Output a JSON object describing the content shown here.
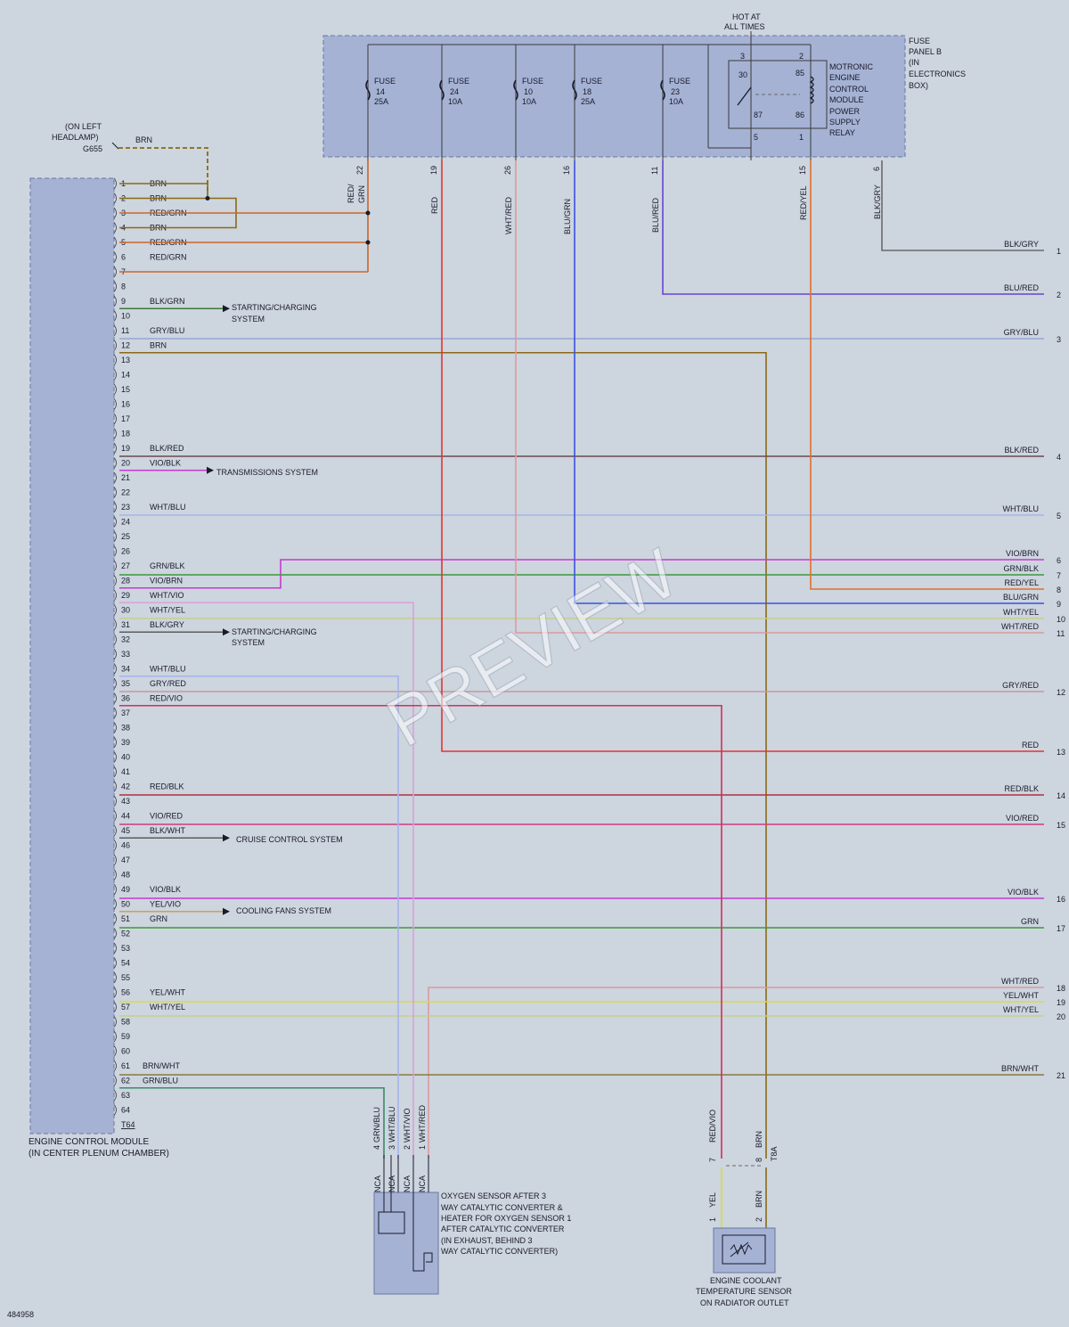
{
  "ecm": {
    "name_line1": "ENGINE CONTROL MODULE",
    "name_line2": "(IN CENTER PLENUM CHAMBER)",
    "connector": "T64",
    "pins": [
      "1",
      "2",
      "3",
      "4",
      "5",
      "6",
      "7",
      "8",
      "9",
      "10",
      "11",
      "12",
      "13",
      "14",
      "15",
      "16",
      "17",
      "18",
      "19",
      "20",
      "21",
      "22",
      "23",
      "24",
      "25",
      "26",
      "27",
      "28",
      "29",
      "30",
      "31",
      "32",
      "33",
      "34",
      "35",
      "36",
      "37",
      "38",
      "39",
      "40",
      "41",
      "42",
      "43",
      "44",
      "45",
      "46",
      "47",
      "48",
      "49",
      "50",
      "51",
      "52",
      "53",
      "54",
      "55",
      "56",
      "57",
      "58",
      "59",
      "60",
      "61",
      "62",
      "63",
      "64"
    ],
    "pin_labels": {
      "1": "BRN",
      "2": "BRN",
      "3": "RED/GRN",
      "4": "BRN",
      "5": "RED/GRN",
      "6": "RED/GRN",
      "9": "BLK/GRN",
      "11": "GRY/BLU",
      "12": "BRN",
      "19": "BLK/RED",
      "20": "VIO/BLK",
      "23": "WHT/BLU",
      "27": "GRN/BLK",
      "28": "VIO/BRN",
      "29": "WHT/VIO",
      "30": "WHT/YEL",
      "31": "BLK/GRY",
      "34": "WHT/BLU",
      "35": "GRY/RED",
      "36": "RED/VIO",
      "42": "RED/BLK",
      "44": "VIO/RED",
      "45": "BLK/WHT",
      "49": "VIO/BLK",
      "50": "YEL/VIO",
      "51": "GRN",
      "56": "YEL/WHT",
      "57": "WHT/YEL",
      "61": "BRN/WHT",
      "62": "GRN/BLU"
    }
  },
  "ground": {
    "line1": "(ON LEFT",
    "line2": "HEADLAMP)",
    "id": "G655",
    "wire": "BRN"
  },
  "hot": {
    "line1": "HOT AT",
    "line2": "ALL TIMES"
  },
  "fuse_panel": {
    "line1": "FUSE",
    "line2": "PANEL B",
    "line3": "(IN",
    "line4": "ELECTRONICS",
    "line5": "BOX)"
  },
  "fuses": [
    {
      "label": "FUSE",
      "num": "14",
      "amp": "25A",
      "pin": "22",
      "wire": "RED/GRN"
    },
    {
      "label": "FUSE",
      "num": "24",
      "amp": "10A",
      "pin": "19",
      "wire": "RED"
    },
    {
      "label": "FUSE",
      "num": "10",
      "amp": "10A",
      "pin": "26",
      "wire": "WHT/RED"
    },
    {
      "label": "FUSE",
      "num": "18",
      "amp": "25A",
      "pin": "16",
      "wire": "BLU/GRN"
    },
    {
      "label": "FUSE",
      "num": "23",
      "amp": "10A",
      "pin": "11",
      "wire": "BLU/RED"
    }
  ],
  "relay": {
    "lines": [
      "MOTRONIC",
      "ENGINE",
      "CONTROL",
      "MODULE",
      "POWER",
      "SUPPLY",
      "RELAY"
    ],
    "terminals": [
      "30",
      "85",
      "87",
      "86"
    ],
    "pins": [
      "3",
      "2",
      "5",
      "1"
    ],
    "out_pin": "15",
    "out_wire": "RED/YEL",
    "gnd_pin": "6",
    "gnd_wire": "BLK/GRY"
  },
  "systems": {
    "charging1_l1": "STARTING/CHARGING",
    "charging1_l2": "SYSTEM",
    "transmission": "TRANSMISSIONS SYSTEM",
    "charging2_l1": "STARTING/CHARGING",
    "charging2_l2": "SYSTEM",
    "cruise": "CRUISE CONTROL SYSTEM",
    "cooling": "COOLING FANS SYSTEM"
  },
  "right_wires": [
    {
      "n": "1",
      "label": "BLK/GRY"
    },
    {
      "n": "2",
      "label": "BLU/RED"
    },
    {
      "n": "3",
      "label": "GRY/BLU"
    },
    {
      "n": "4",
      "label": "BLK/RED"
    },
    {
      "n": "5",
      "label": "WHT/BLU"
    },
    {
      "n": "6",
      "label": "VIO/BRN"
    },
    {
      "n": "7",
      "label": "GRN/BLK"
    },
    {
      "n": "8",
      "label": "RED/YEL"
    },
    {
      "n": "9",
      "label": "BLU/GRN"
    },
    {
      "n": "10",
      "label": "WHT/YEL"
    },
    {
      "n": "11",
      "label": "WHT/RED"
    },
    {
      "n": "12",
      "label": "GRY/RED"
    },
    {
      "n": "13",
      "label": "RED"
    },
    {
      "n": "14",
      "label": "RED/BLK"
    },
    {
      "n": "15",
      "label": "VIO/RED"
    },
    {
      "n": "16",
      "label": "VIO/BLK"
    },
    {
      "n": "17",
      "label": "GRN"
    },
    {
      "n": "18",
      "label": "WHT/RED"
    },
    {
      "n": "19",
      "label": "YEL/WHT"
    },
    {
      "n": "20",
      "label": "WHT/YEL"
    },
    {
      "n": "21",
      "label": "BRN/WHT"
    }
  ],
  "o2sensor": {
    "lines": [
      "OXYGEN SENSOR AFTER 3",
      "WAY CATALYTIC CONVERTER &",
      "HEATER FOR OXYGEN SENSOR 1",
      "AFTER CATALYTIC CONVERTER",
      "(IN EXHAUST, BEHIND 3",
      "WAY CATALYTIC CONVERTER)"
    ],
    "nca": "NCA",
    "wires": [
      {
        "pin": "4",
        "wire": "GRN/BLU"
      },
      {
        "pin": "3",
        "wire": "WHT/BLU"
      },
      {
        "pin": "2",
        "wire": "WHT/VIO"
      },
      {
        "pin": "1",
        "wire": "WHT/RED"
      }
    ]
  },
  "coolant": {
    "lines": [
      "ENGINE COOLANT",
      "TEMPERATURE SENSOR",
      "ON RADIATOR OUTLET"
    ],
    "connector": "T8A",
    "wire_top_a": "RED/VIO",
    "pin_top_a": "7",
    "wire_top_b": "BRN",
    "pin_top_b": "8",
    "wire_bot_a": "YEL",
    "pin_bot_a": "1",
    "wire_bot_b": "BRN",
    "pin_bot_b": "2"
  },
  "diagram_id": "484958",
  "watermark": "PREVIEW",
  "colors": {
    "bg": "#cdd5df",
    "panel": "#a5b2d4",
    "BRN": "#8a6a14",
    "RED/GRN": "#c9662a",
    "RED": "#e03434",
    "BLU": "#3b52e0",
    "BLU/RED": "#6a44cf",
    "GRY/BLU": "#96a6d6",
    "BLK": "#5c5c5c",
    "VIO": "#c53ad0",
    "GRN": "#3c9a3c",
    "WHT/YEL": "#c8d08a",
    "WHT/RED": "#dc9a9a",
    "WHT/VIO": "#d8a2d6",
    "WHT/BLU": "#a6b4ec",
    "GRY/RED": "#c49a9e",
    "RED/VIO": "#d0305a",
    "YEL/WHT": "#d8dc40",
    "RED/YEL": "#e2702a",
    "BRN/WHT": "#8a7a3a"
  }
}
